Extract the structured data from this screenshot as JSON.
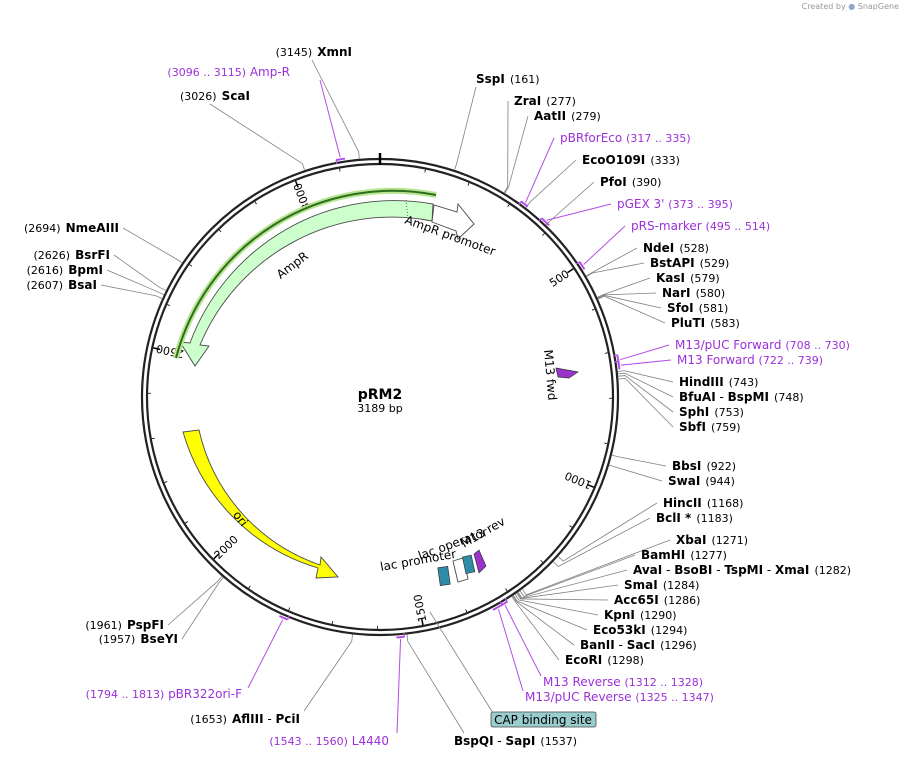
{
  "credit": {
    "prefix": "Created by",
    "brand": "SnapGene"
  },
  "plasmid": {
    "name": "pRM2",
    "size": "3189 bp",
    "length": 3189
  },
  "ticks": [
    {
      "pos": 500,
      "label": "500"
    },
    {
      "pos": 1000,
      "label": "1000"
    },
    {
      "pos": 1500,
      "label": "1500"
    },
    {
      "pos": 2000,
      "label": "2000"
    },
    {
      "pos": 2500,
      "label": "2500"
    },
    {
      "pos": 3000,
      "label": "3000"
    }
  ],
  "enzymes": [
    {
      "id": "xmni",
      "parts": [
        "XmnI"
      ],
      "pos": "(3145)",
      "site": 3145,
      "side": "left"
    },
    {
      "id": "scai",
      "parts": [
        "ScaI"
      ],
      "pos": "(3026)",
      "site": 3026,
      "side": "left"
    },
    {
      "id": "nmeaiii",
      "parts": [
        "NmeAIII"
      ],
      "pos": "(2694)",
      "site": 2694,
      "side": "left"
    },
    {
      "id": "bsrfi",
      "parts": [
        "BsrFI"
      ],
      "pos": "(2626)",
      "site": 2626,
      "side": "left"
    },
    {
      "id": "bpmi",
      "parts": [
        "BpmI"
      ],
      "pos": "(2616)",
      "site": 2616,
      "side": "left"
    },
    {
      "id": "bsai",
      "parts": [
        "BsaI"
      ],
      "pos": "(2607)",
      "site": 2607,
      "side": "left"
    },
    {
      "id": "pspfi",
      "parts": [
        "PspFI"
      ],
      "pos": "(1961)",
      "site": 1961,
      "side": "left"
    },
    {
      "id": "bseyi",
      "parts": [
        "BseYI"
      ],
      "pos": "(1957)",
      "site": 1957,
      "side": "left"
    },
    {
      "id": "afliii",
      "parts": [
        "AflIII",
        "PciI"
      ],
      "pos": "(1653)",
      "site": 1653,
      "side": "left"
    },
    {
      "id": "sspi",
      "parts": [
        "SspI"
      ],
      "pos": "(161)",
      "site": 161,
      "side": "right"
    },
    {
      "id": "zrai",
      "parts": [
        "ZraI"
      ],
      "pos": "(277)",
      "site": 277,
      "side": "right"
    },
    {
      "id": "aatii",
      "parts": [
        "AatII"
      ],
      "pos": "(279)",
      "site": 279,
      "side": "right"
    },
    {
      "id": "eco0109i",
      "parts": [
        "EcoO109I"
      ],
      "pos": "(333)",
      "site": 333,
      "side": "right"
    },
    {
      "id": "pfoi",
      "parts": [
        "PfoI"
      ],
      "pos": "(390)",
      "site": 390,
      "side": "right"
    },
    {
      "id": "ndei",
      "parts": [
        "NdeI"
      ],
      "pos": "(528)",
      "site": 528,
      "side": "right"
    },
    {
      "id": "bstapi",
      "parts": [
        "BstAPI"
      ],
      "pos": "(529)",
      "site": 529,
      "side": "right"
    },
    {
      "id": "kasi",
      "parts": [
        "KasI"
      ],
      "pos": "(579)",
      "site": 579,
      "side": "right"
    },
    {
      "id": "nari",
      "parts": [
        "NarI"
      ],
      "pos": "(580)",
      "site": 580,
      "side": "right"
    },
    {
      "id": "sfoi",
      "parts": [
        "SfoI"
      ],
      "pos": "(581)",
      "site": 581,
      "side": "right"
    },
    {
      "id": "pluti",
      "parts": [
        "PluTI"
      ],
      "pos": "(583)",
      "site": 583,
      "side": "right"
    },
    {
      "id": "hindiii",
      "parts": [
        "HindIII"
      ],
      "pos": "(743)",
      "site": 743,
      "side": "right"
    },
    {
      "id": "bfuai",
      "parts": [
        "BfuAI",
        "BspMI"
      ],
      "pos": "(748)",
      "site": 748,
      "side": "right"
    },
    {
      "id": "sphi",
      "parts": [
        "SphI"
      ],
      "pos": "(753)",
      "site": 753,
      "side": "right"
    },
    {
      "id": "sbfi",
      "parts": [
        "SbfI"
      ],
      "pos": "(759)",
      "site": 759,
      "side": "right"
    },
    {
      "id": "bbsi",
      "parts": [
        "BbsI"
      ],
      "pos": "(922)",
      "site": 922,
      "side": "right"
    },
    {
      "id": "swai",
      "parts": [
        "SwaI"
      ],
      "pos": "(944)",
      "site": 944,
      "side": "right"
    },
    {
      "id": "hincii",
      "parts": [
        "HincII"
      ],
      "pos": "(1168)",
      "site": 1168,
      "side": "right"
    },
    {
      "id": "bcli",
      "parts": [
        "BclI *"
      ],
      "pos": "(1183)",
      "site": 1183,
      "side": "right"
    },
    {
      "id": "xbai",
      "parts": [
        "XbaI"
      ],
      "pos": "(1271)",
      "site": 1271,
      "side": "right"
    },
    {
      "id": "bamhi",
      "parts": [
        "BamHI"
      ],
      "pos": "(1277)",
      "site": 1277,
      "side": "right"
    },
    {
      "id": "avai",
      "parts": [
        "AvaI",
        "BsoBI",
        "TspMI",
        "XmaI"
      ],
      "pos": "(1282)",
      "site": 1282,
      "side": "right"
    },
    {
      "id": "smai",
      "parts": [
        "SmaI"
      ],
      "pos": "(1284)",
      "site": 1284,
      "side": "right"
    },
    {
      "id": "acc65i",
      "parts": [
        "Acc65I"
      ],
      "pos": "(1286)",
      "site": 1286,
      "side": "right"
    },
    {
      "id": "kpni",
      "parts": [
        "KpnI"
      ],
      "pos": "(1290)",
      "site": 1290,
      "side": "right"
    },
    {
      "id": "eco53ki",
      "parts": [
        "Eco53kI"
      ],
      "pos": "(1294)",
      "site": 1294,
      "side": "right"
    },
    {
      "id": "banii",
      "parts": [
        "BanII",
        "SacI"
      ],
      "pos": "(1296)",
      "site": 1296,
      "side": "right"
    },
    {
      "id": "ecori",
      "parts": [
        "EcoRI"
      ],
      "pos": "(1298)",
      "site": 1298,
      "side": "right"
    },
    {
      "id": "bspqi",
      "parts": [
        "BspQI",
        "SapI"
      ],
      "pos": "(1537)",
      "site": 1537,
      "side": "right"
    }
  ],
  "primers": [
    {
      "id": "amp-r",
      "name": "Amp-R",
      "range": "(3096 .. 3115)",
      "start": 3096,
      "end": 3115,
      "side": "left"
    },
    {
      "id": "pbr322ori-f",
      "name": "pBR322ori-F",
      "range": "(1794 .. 1813)",
      "start": 1794,
      "end": 1813,
      "side": "left"
    },
    {
      "id": "l4440",
      "name": "L4440",
      "range": "(1543 .. 1560)",
      "start": 1543,
      "end": 1560,
      "side": "left"
    },
    {
      "id": "pbrforeco",
      "name": "pBRforEco",
      "range": "(317 .. 335)",
      "start": 317,
      "end": 335,
      "side": "right"
    },
    {
      "id": "pgex3",
      "name": "pGEX 3'",
      "range": "(373 .. 395)",
      "start": 373,
      "end": 395,
      "side": "right"
    },
    {
      "id": "prs-marker",
      "name": "pRS-marker",
      "range": "(495 .. 514)",
      "start": 495,
      "end": 514,
      "side": "right"
    },
    {
      "id": "m13puc-forward",
      "name": "M13/pUC Forward",
      "range": "(708 .. 730)",
      "start": 708,
      "end": 730,
      "side": "right"
    },
    {
      "id": "m13-forward",
      "name": "M13 Forward",
      "range": "(722 .. 739)",
      "start": 722,
      "end": 739,
      "side": "right"
    },
    {
      "id": "m13-reverse",
      "name": "M13 Reverse",
      "range": "(1312 .. 1328)",
      "start": 1312,
      "end": 1328,
      "side": "right"
    },
    {
      "id": "m13puc-reverse",
      "name": "M13/pUC Reverse",
      "range": "(1325 .. 1347)",
      "start": 1325,
      "end": 1347,
      "side": "right"
    }
  ],
  "features": [
    {
      "id": "ampr",
      "label": "AmpR",
      "color": "#ccffcc",
      "kind": "cds"
    },
    {
      "id": "ampr-promoter",
      "label": "AmpR promoter",
      "color": "#ffffff",
      "kind": "promoter"
    },
    {
      "id": "ori",
      "label": "ori",
      "color": "#ffff00",
      "kind": "origin"
    },
    {
      "id": "m13-fwd",
      "label": "M13 fwd",
      "color": "#9933cc",
      "kind": "primer_bind"
    },
    {
      "id": "lac-operator",
      "label": "lac operator",
      "color": "#ffffff",
      "kind": "protein_bind"
    },
    {
      "id": "lac-promoter",
      "label": "lac promoter",
      "color": "#ffffff",
      "kind": "promoter"
    },
    {
      "id": "m13-rev",
      "label": "M13 rev",
      "color": "#9933cc",
      "kind": "primer_bind"
    },
    {
      "id": "cap-binding-site",
      "label": "CAP binding site",
      "color": "#99cccc",
      "kind": "protein_bind"
    }
  ]
}
